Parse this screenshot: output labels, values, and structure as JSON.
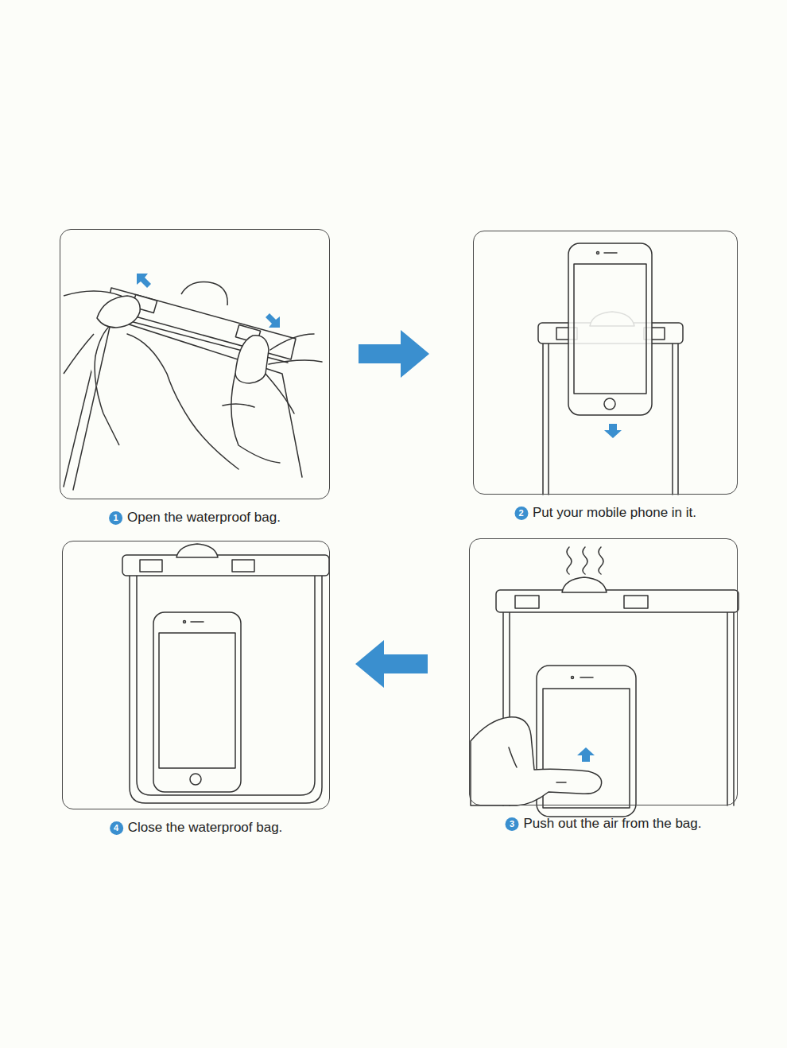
{
  "diagram": {
    "nodes": [
      {
        "text": [
          "1",
          "Open the waterproof bag."
        ]
      },
      {
        "text": [
          "2",
          "Put your mobile phone in it."
        ]
      },
      {
        "text": [
          "3",
          "Push out the air from the bag."
        ]
      },
      {
        "text": [
          "4",
          "Close the waterproof bag."
        ]
      }
    ],
    "edges": [
      {
        "from": 0,
        "to": 1,
        "arrow": "to"
      },
      {
        "from": 2,
        "to": 3,
        "arrow": "to"
      }
    ]
  }
}
